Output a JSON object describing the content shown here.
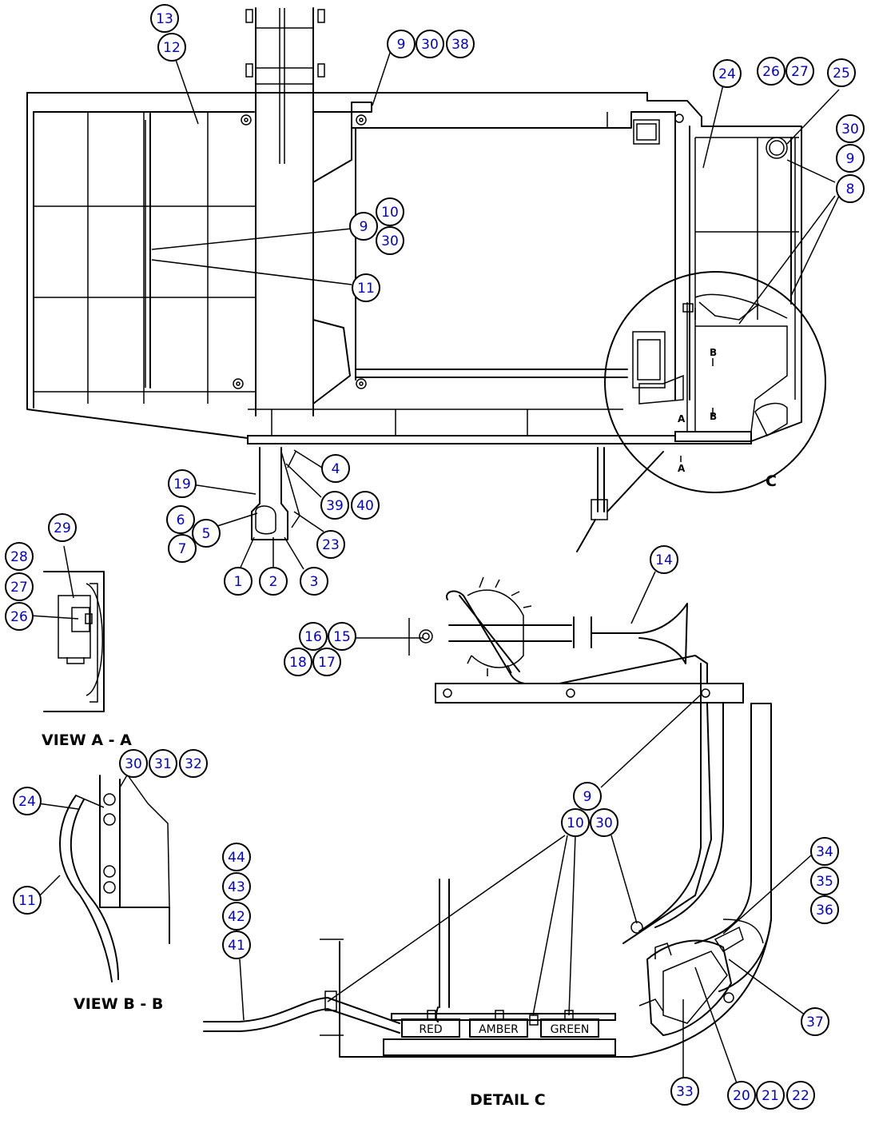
{
  "captions": {
    "view_aa": "VIEW A - A",
    "view_bb": "VIEW B - B",
    "detail_c": "DETAIL C",
    "detail_c_letter": "C"
  },
  "section_marks": {
    "a_left": "A",
    "a_bottom": "A",
    "b_top": "B",
    "b_bottom": "B"
  },
  "lamps": {
    "red": "RED",
    "amber": "AMBER",
    "green": "GREEN"
  },
  "callouts": {
    "c1": "1",
    "c2": "2",
    "c3": "3",
    "c4": "4",
    "c5": "5",
    "c6": "6",
    "c7": "7",
    "c8": "8",
    "c9a": "9",
    "c9b": "9",
    "c9c": "9",
    "c9d": "9",
    "c10a": "10",
    "c10b": "10",
    "c11a": "11",
    "c11b": "11",
    "c12": "12",
    "c13": "13",
    "c14": "14",
    "c15": "15",
    "c16": "16",
    "c17": "17",
    "c18": "18",
    "c19": "19",
    "c20": "20",
    "c21": "21",
    "c22": "22",
    "c23": "23",
    "c24a": "24",
    "c24b": "24",
    "c25": "25",
    "c26a": "26",
    "c26b": "26",
    "c27a": "27",
    "c27b": "27",
    "c28": "28",
    "c29": "29",
    "c30a": "30",
    "c30b": "30",
    "c30c": "30",
    "c30d": "30",
    "c30e": "30",
    "c31": "31",
    "c32": "32",
    "c33": "33",
    "c34": "34",
    "c35": "35",
    "c36": "36",
    "c37": "37",
    "c38": "38",
    "c39": "39",
    "c40": "40",
    "c41": "41",
    "c42": "42",
    "c43": "43",
    "c44": "44"
  }
}
